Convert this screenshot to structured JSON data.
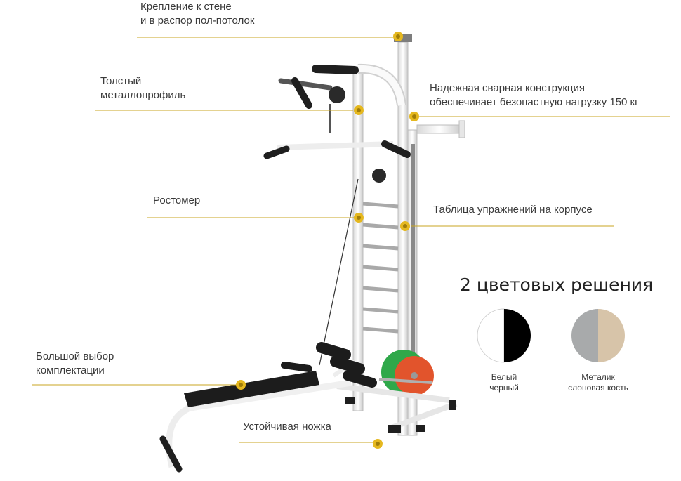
{
  "callouts": {
    "wall_mount": [
      "Крепление к стене",
      "и в распор пол-потолок"
    ],
    "thick_profile": [
      "Толстый",
      "металлопрофиль"
    ],
    "welded": [
      "Надежная сварная конструкция",
      "обеспечивает безопастную нагрузку 150 кг"
    ],
    "height_meter": [
      "Ростомер"
    ],
    "exercise_table": [
      "Таблица упражнений на корпусе"
    ],
    "configuration": [
      "Большой выбор",
      "комплектации"
    ],
    "stable_leg": [
      "Устойчивая ножка"
    ]
  },
  "colors_section": {
    "heading": "2 цветовых решения",
    "options": [
      {
        "caption": [
          "Белый",
          "черный"
        ],
        "left": "#ffffff",
        "right": "#000000"
      },
      {
        "caption": [
          "Металик",
          "слоновая кость"
        ],
        "left": "#a8aaab",
        "right": "#d7c4a9"
      }
    ]
  },
  "colors": {
    "accent": "#e5b81f",
    "frame": "#f4f4f4",
    "frame_edge": "#bcbcbc",
    "pad": "#1f1f1f"
  }
}
